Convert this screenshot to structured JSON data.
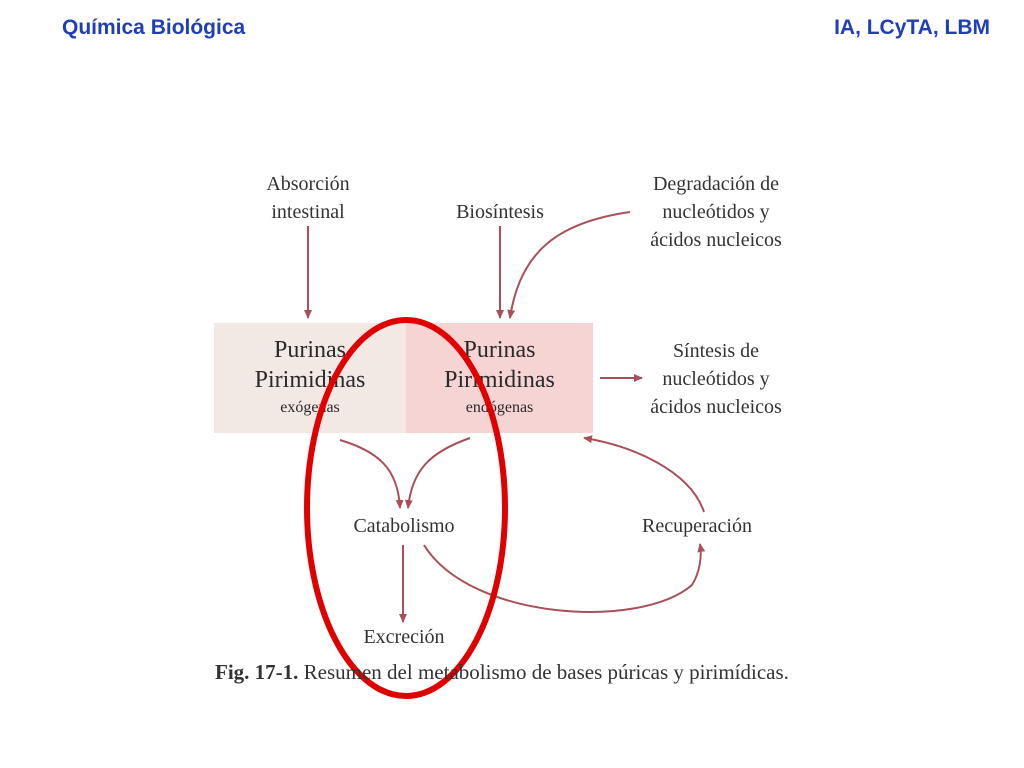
{
  "header": {
    "left_title": "Química Biológica",
    "right_title": "IA, LCyTA, LBM"
  },
  "diagram": {
    "absorcion": [
      "Absorción",
      "intestinal"
    ],
    "biosintesis": "Biosíntesis",
    "degradacion": [
      "Degradación de",
      "nucleótidos y",
      "ácidos nucleicos"
    ],
    "box_exo": {
      "line1": "Purinas",
      "line2": "Pirimidinas",
      "line3": "exógenas"
    },
    "box_endo": {
      "line1": "Purinas",
      "line2": "Pirimidinas",
      "line3": "endógenas"
    },
    "sintesis": [
      "Síntesis de",
      "nucleótidos y",
      "ácidos nucleicos"
    ],
    "catabolismo": "Catabolismo",
    "recuperacion": "Recuperación",
    "excrecion": "Excreción"
  },
  "caption": {
    "fig_label": "Fig. 17-1.",
    "text": " Resumen del metabolismo de bases púricas y pirimídicas."
  },
  "colors": {
    "header": "#1f3fb8",
    "arrow": "#a8505a",
    "highlight_ellipse": "#e00000"
  }
}
